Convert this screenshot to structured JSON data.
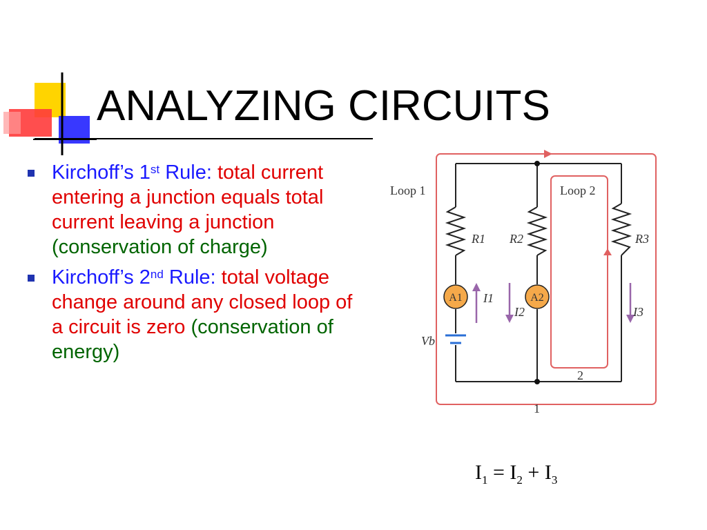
{
  "slide": {
    "title": "ANALYZING CIRCUITS"
  },
  "rules": [
    {
      "name_part1": "Kirchoff’s 1",
      "ordinal": "st",
      "name_part2": " Rule: ",
      "statement": "total current entering a junction equals total current leaving a junction",
      "note": "(conservation of charge)"
    },
    {
      "name_part1": "Kirchoff’s 2",
      "ordinal": "nd",
      "name_part2": " Rule: ",
      "statement": "total voltage change around any closed loop of a circuit is zero",
      "note": "(conservation of energy)"
    }
  ],
  "circuit": {
    "loop1_label": "Loop 1",
    "loop2_label": "Loop 2",
    "r1": "R1",
    "r2": "R2",
    "r3": "R3",
    "a1": "A1",
    "a2": "A2",
    "i1": "I1",
    "i2": "I2",
    "i3": "I3",
    "vb": "Vb",
    "junction_1": "1",
    "junction_2": "2"
  },
  "equation": {
    "i1": "I",
    "s1": "1",
    "eq": " = ",
    "i2": "I",
    "s2": "2",
    "plus": " + ",
    "i3": "I",
    "s3": "3"
  },
  "colors": {
    "title": "#000000",
    "rule_name": "#1a1aff",
    "rule_statement": "#e00000",
    "rule_note": "#006400",
    "loop_path": "#e06060",
    "current_arrow": "#9966aa",
    "ammeter_fill": "#f5a94a"
  }
}
